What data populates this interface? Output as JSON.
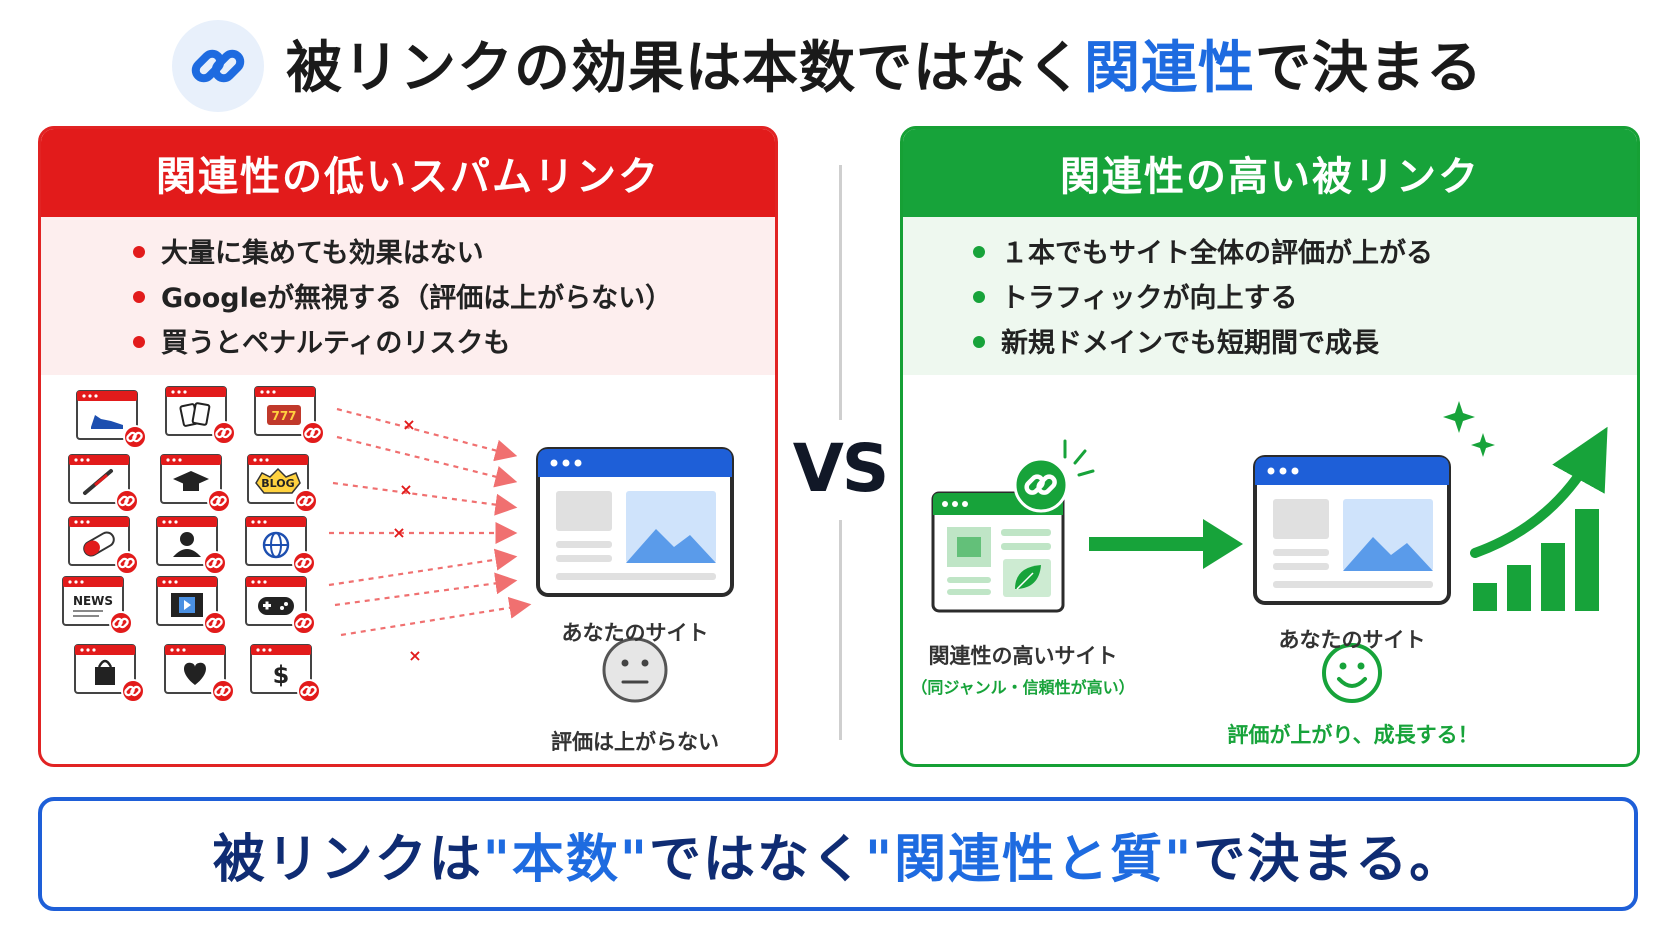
{
  "header": {
    "title_before": "被リンクの効果は本数ではなく",
    "title_highlight": "関連性",
    "title_after": "で決まる",
    "icon": "link-icon"
  },
  "left": {
    "heading": "関連性の低いスパムリンク",
    "bullets": [
      "大量に集めても効果はない",
      "Googleが無視する（評価は上がらない）",
      "買うとペナルティのリスクも"
    ],
    "site_label": "あなたのサイト",
    "result_label": "評価は上がらない",
    "tile_labels": {
      "news": "NEWS",
      "blog": "BLOG",
      "slot": "777",
      "dollar": "$"
    }
  },
  "vs": "VS",
  "right": {
    "heading": "関連性の高い被リンク",
    "bullets": [
      "１本でもサイト全体の評価が上がる",
      "トラフィックが向上する",
      "新規ドメインでも短期間で成長"
    ],
    "source_label": "関連性の高いサイト",
    "source_sub": "（同ジャンル・信頼性が高い）",
    "site_label": "あなたのサイト",
    "result_label": "評価が上がり、成長する！"
  },
  "bottom": {
    "p1": "被リンクは",
    "p2": "\"本数\"",
    "p3": "ではなく",
    "p4": "\"関連性と質\"",
    "p5": "で決まる。"
  },
  "colors": {
    "red": "#e21b1b",
    "green": "#17a33a",
    "blue": "#1e6be0",
    "navy": "#0f2c73"
  }
}
